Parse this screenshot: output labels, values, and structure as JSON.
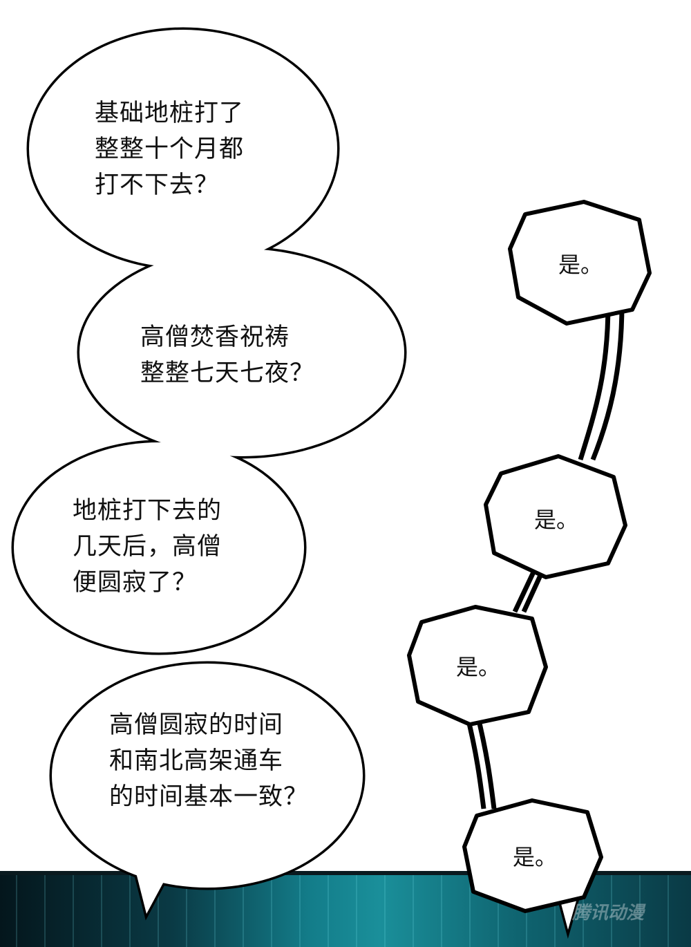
{
  "bubbles_left": [
    {
      "lines": [
        "基础地桩打了",
        "整整十个月都",
        "打不下去？"
      ]
    },
    {
      "lines": [
        "高僧焚香祝祷",
        "整整七天七夜？"
      ]
    },
    {
      "lines": [
        "地桩打下去的",
        "几天后，高僧",
        "便圆寂了？"
      ]
    },
    {
      "lines": [
        "高僧圆寂的时间",
        "和南北高架通车",
        "的时间基本一致？"
      ]
    }
  ],
  "bubbles_right": [
    "是。",
    "是。",
    "是。",
    "是。"
  ],
  "watermark": "腾讯动漫"
}
